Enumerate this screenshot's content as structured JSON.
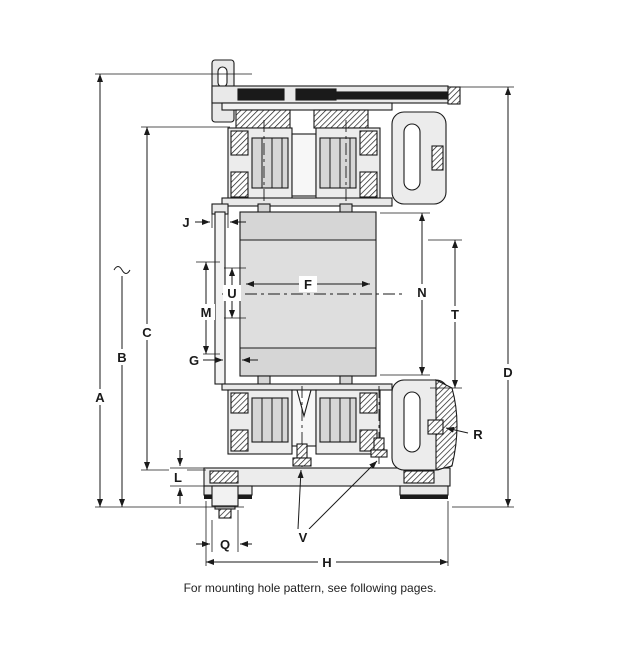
{
  "caption": "For mounting hole pattern, see following pages.",
  "dimensions": {
    "A": "A",
    "B": "B",
    "C": "C",
    "D": "D",
    "F": "F",
    "G": "G",
    "H": "H",
    "J": "J",
    "L": "L",
    "M": "M",
    "N": "N",
    "Q": "Q",
    "R": "R",
    "T": "T",
    "U": "U",
    "V": "V"
  },
  "colors": {
    "background": "#ffffff",
    "line": "#1a1a1a",
    "fill_light": "#e9e9e9",
    "fill_gray": "#d6d6d6"
  }
}
